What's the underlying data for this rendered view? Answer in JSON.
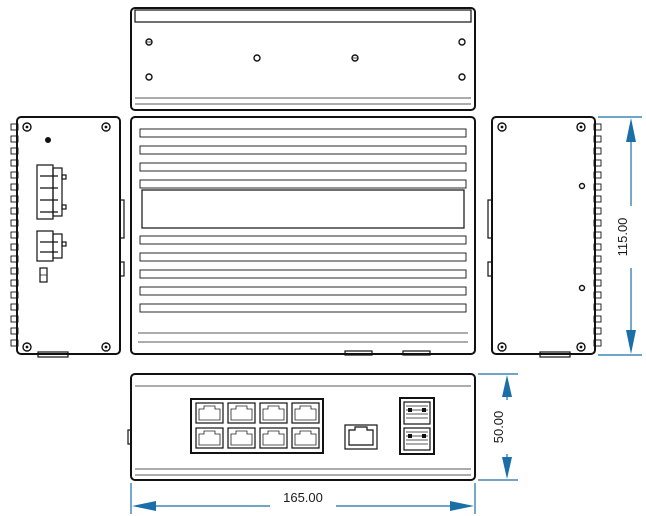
{
  "dimensions": {
    "height": "115.00",
    "depth": "50.00",
    "width": "165.00"
  },
  "colors": {
    "dimension_line": "#1a6fa8",
    "outline": "#111111"
  }
}
